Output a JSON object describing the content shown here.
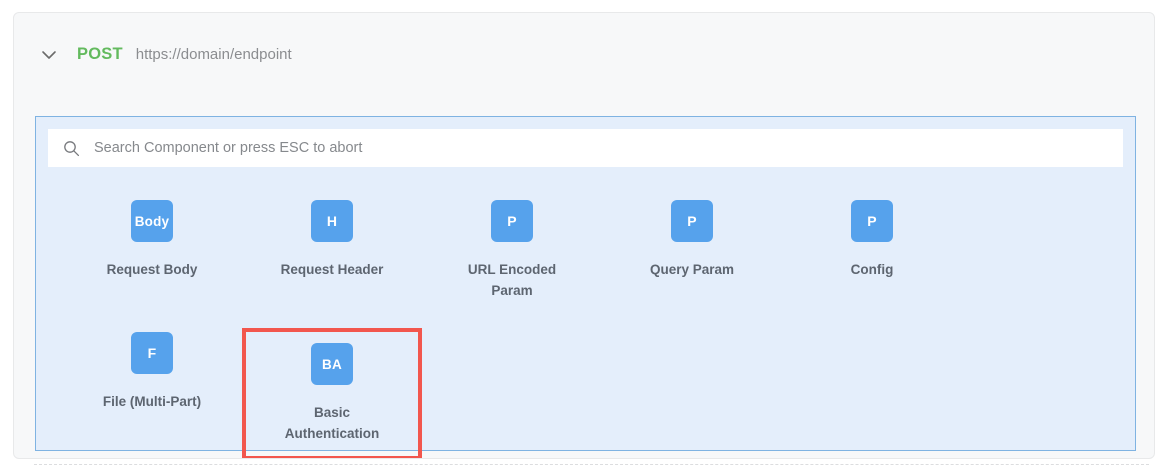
{
  "request": {
    "collapse_icon": "chevron-down-icon",
    "method": "POST",
    "url": "https://domain/endpoint"
  },
  "picker": {
    "search": {
      "icon": "search-icon",
      "value": "",
      "placeholder": "Search Component or press ESC to abort"
    },
    "components": [
      {
        "icon_text": "Body",
        "label": "Request Body",
        "highlighted": false
      },
      {
        "icon_text": "H",
        "label": "Request Header",
        "highlighted": false
      },
      {
        "icon_text": "P",
        "label": "URL Encoded Param",
        "highlighted": false
      },
      {
        "icon_text": "P",
        "label": "Query Param",
        "highlighted": false
      },
      {
        "icon_text": "P",
        "label": "Config",
        "highlighted": false
      },
      {
        "icon_text": "F",
        "label": "File (Multi-Part)",
        "highlighted": false
      },
      {
        "icon_text": "BA",
        "label": "Basic Authentication",
        "highlighted": true
      }
    ]
  },
  "colors": {
    "method_green": "#63ba5e",
    "icon_blue": "#56a2ec",
    "panel_background": "#e4eefb",
    "panel_border": "#7fb3e2",
    "highlight_red": "#f2564d",
    "label_gray": "#5d6570"
  }
}
